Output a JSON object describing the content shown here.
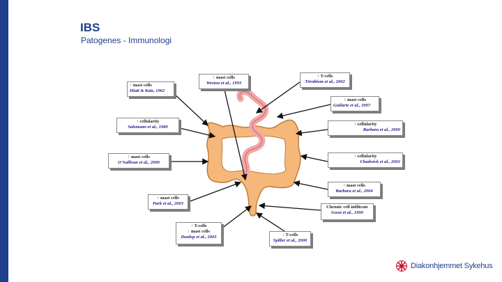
{
  "slide": {
    "title": "IBS",
    "subtitle": "Patogenes - Immunologi"
  },
  "labels": [
    {
      "line1": "↑ mast cells",
      "line2": "Hiatt & Katz, 1962"
    },
    {
      "line1": "↑ mast cells",
      "line2": "Weston et al., 1993"
    },
    {
      "line1": "↑ T-cells",
      "line2": "Törnblom et al., 2002"
    },
    {
      "line1": "↑ mast cells",
      "line2": "Guilarte et al., 2007"
    },
    {
      "line1": "↑ cellularity",
      "line2": "Salzmann et al., 1989"
    },
    {
      "line1": "↑ cellularity",
      "line2": "Barbara et al., 2000"
    },
    {
      "line1": "↑ mast cells",
      "line2": "O'Sullivan et al., 2000"
    },
    {
      "line1": "↑ cellularity",
      "line2": "Chadwick et al., 2002"
    },
    {
      "line1": "↑ mast cells",
      "line2": "Barbara et al., 2004"
    },
    {
      "line1": "↑ mast cells",
      "line2": "Park et al., 2003"
    },
    {
      "line1": "Chronic cell infiltrate",
      "line2": "Goon et al., 1999"
    },
    {
      "line1": "↑ T-cells",
      "line2": "↑ mast cells",
      "line3": "Dunlop et al., 2003"
    },
    {
      "line1": "↑ T-cells",
      "line2": "Spiller et al., 2000"
    }
  ],
  "logo": {
    "text": "Diakonhjemmet Sykehus"
  },
  "colors": {
    "brand": "#1f3e8c",
    "colon": "#f5b87a",
    "colon_outline": "#c07a3a",
    "small_intestine": "#f4a6a6"
  }
}
